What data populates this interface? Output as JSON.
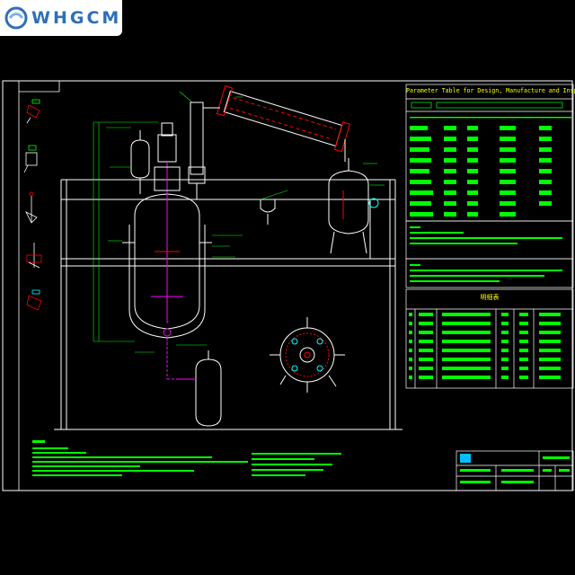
{
  "logo": {
    "text": "WHGCM",
    "color": "#2f6fb8"
  },
  "drawing": {
    "background": "#000000",
    "line_colors": {
      "frame": "#ffffff",
      "vessel": "#ffffff",
      "dimension": "#00ff00",
      "leader": "#00ffff",
      "pipe": "#ff00ff",
      "accent": "#ff0000",
      "label": "#ffff00"
    }
  },
  "parameter_table": {
    "title": "Parameter Table for Design, Manufacture and Inspection"
  },
  "parts_table": {
    "title": "明细表"
  }
}
